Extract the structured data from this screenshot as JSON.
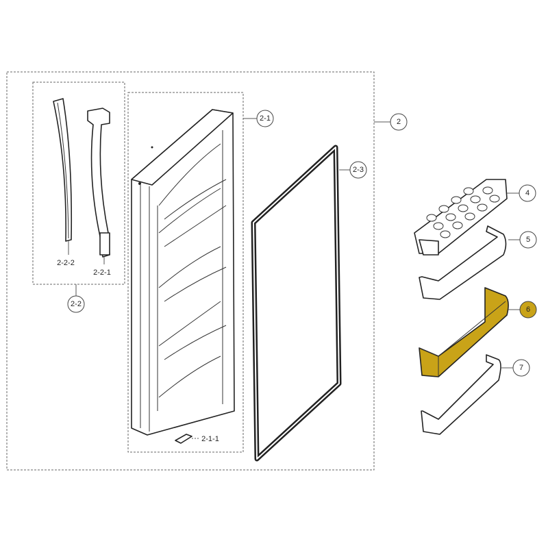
{
  "diagram": {
    "highlight_color": "#c9a318",
    "callouts": {
      "assembly": "2",
      "door": "2-1",
      "gasket": "2-3",
      "handle_group": "2-2",
      "handle_cap": "2-2-2",
      "handle": "2-2-1",
      "hinge_part": "2-1-1",
      "egg_tray": "4",
      "guard_upper": "5",
      "guard_middle": "6",
      "guard_lower": "7"
    }
  }
}
